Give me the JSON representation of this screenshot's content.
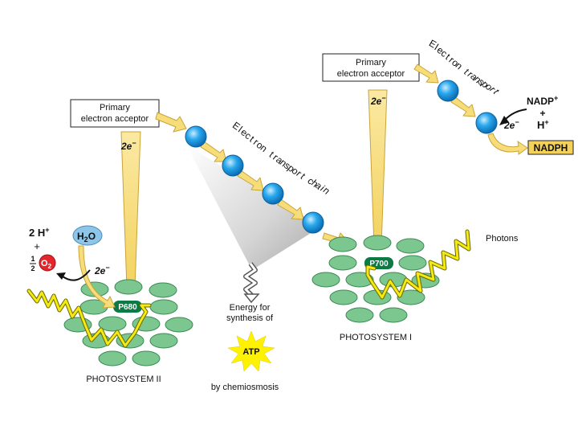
{
  "labels": {
    "ps2_acceptor_line1": "Primary",
    "ps2_acceptor_line2": "electron acceptor",
    "ps1_acceptor_line1": "Primary",
    "ps1_acceptor_line2": "electron acceptor",
    "etc_chars": [
      "E",
      "l",
      "e",
      "c",
      "t",
      "r",
      "o",
      "n",
      " ",
      "t",
      "r",
      "a",
      "n",
      "s",
      "p",
      "o",
      "r",
      "t",
      " ",
      "c",
      "h",
      "a",
      "i",
      "n"
    ],
    "et_chars": [
      "E",
      "l",
      "e",
      "c",
      "t",
      "r",
      "o",
      "n",
      " ",
      "t",
      "r",
      "a",
      "n",
      "s",
      "p",
      "o",
      "r",
      "t"
    ],
    "two_e_ps2_top": "2e",
    "two_e_ps2_water": "2e",
    "two_e_ps1_top": "2e",
    "two_e_nadp": "2e",
    "minus": "−",
    "h_plus": "2 H",
    "plus_sup": "+",
    "plus_sign": "+",
    "half_num": "1",
    "half_den": "2",
    "o2": "O",
    "o2_sub": "2",
    "h2o_h": "H",
    "h2o_sub": "2",
    "h2o_o": "O",
    "p680": "P680",
    "p700": "P700",
    "photons": "Photons",
    "energy_line1": "Energy for",
    "energy_line2": "synthesis of",
    "atp": "ATP",
    "chemiosmosis": "by chemiosmosis",
    "photosystem_2": "PHOTOSYSTEM II",
    "photosystem_1": "PHOTOSYSTEM I",
    "nadp": "NADP",
    "nadp_sup": "+",
    "nadp_plus": "+",
    "h": "H",
    "h_sup": "+",
    "nadph": "NADPH"
  },
  "colors": {
    "chlorophyll": "#7cc68f",
    "chlorophyll_stroke": "#3c8a55",
    "carrier": "#1e9fe8",
    "carrier_stroke": "#0a5f9c",
    "arrow_yellow": "#f7dd7a",
    "arrow_stroke": "#c9a437",
    "photon": "#f2ea10",
    "o2_red": "#e2262b",
    "water_blue": "#8ec6ea",
    "p_center": "#0b7a44",
    "nadph_box": "#f3d15b",
    "atp_star": "#fff200"
  }
}
